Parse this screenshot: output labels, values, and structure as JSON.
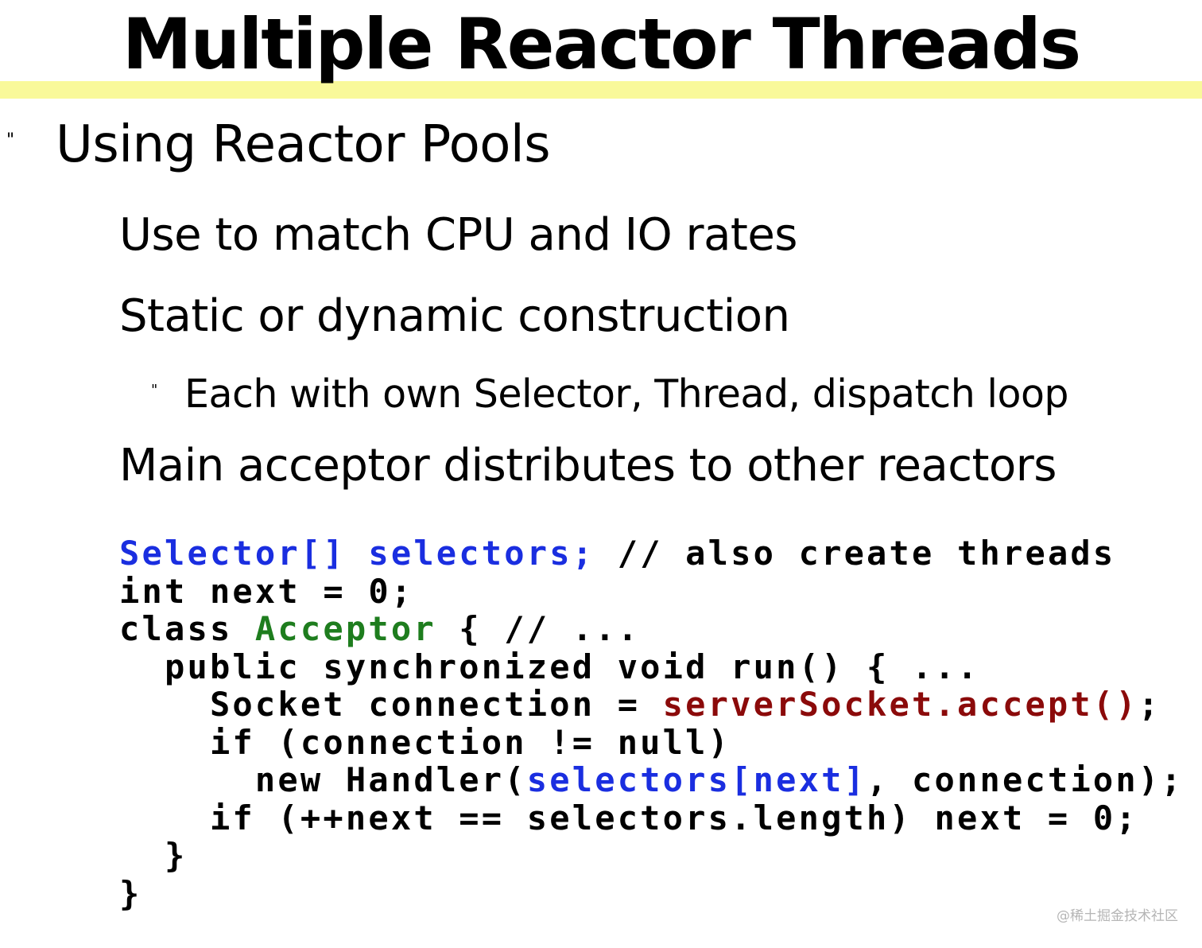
{
  "slide": {
    "title": "Multiple Reactor Threads",
    "colors": {
      "title_band": "#f9f99a",
      "code_blue": "#1a2ee0",
      "code_green": "#1e7d1e",
      "code_red": "#8b0a0a"
    }
  },
  "bullets": {
    "level1_mark": "\"",
    "level1": "Using Reactor Pools",
    "level2": [
      "Use to match CPU and IO rates",
      "Static or dynamic construction",
      "Main acceptor distributes to other reactors"
    ],
    "level3_mark": "\"",
    "level3": "Each with own Selector, Thread, dispatch loop"
  },
  "code": [
    [
      {
        "text": "Selector[] selectors;",
        "color": "blue"
      },
      {
        "text": " // also create threads",
        "color": "black"
      }
    ],
    [
      {
        "text": "int next = 0;",
        "color": "black"
      }
    ],
    [
      {
        "text": "class ",
        "color": "black"
      },
      {
        "text": "Acceptor",
        "color": "green"
      },
      {
        "text": " { // ...",
        "color": "black"
      }
    ],
    [
      {
        "text": "  public synchronized void run() { ...",
        "color": "black"
      }
    ],
    [
      {
        "text": "    Socket connection = ",
        "color": "black"
      },
      {
        "text": "serverSocket.accept()",
        "color": "red"
      },
      {
        "text": ";",
        "color": "black"
      }
    ],
    [
      {
        "text": "    if (connection != null)",
        "color": "black"
      }
    ],
    [
      {
        "text": "      new Handler(",
        "color": "black"
      },
      {
        "text": "selectors[next]",
        "color": "blue"
      },
      {
        "text": ", connection);",
        "color": "black"
      }
    ],
    [
      {
        "text": "    if (++next == selectors.length) next = 0;",
        "color": "black"
      }
    ],
    [
      {
        "text": "  }",
        "color": "black"
      }
    ],
    [
      {
        "text": "}",
        "color": "black"
      }
    ]
  ],
  "watermark": "@稀土掘金技术社区"
}
